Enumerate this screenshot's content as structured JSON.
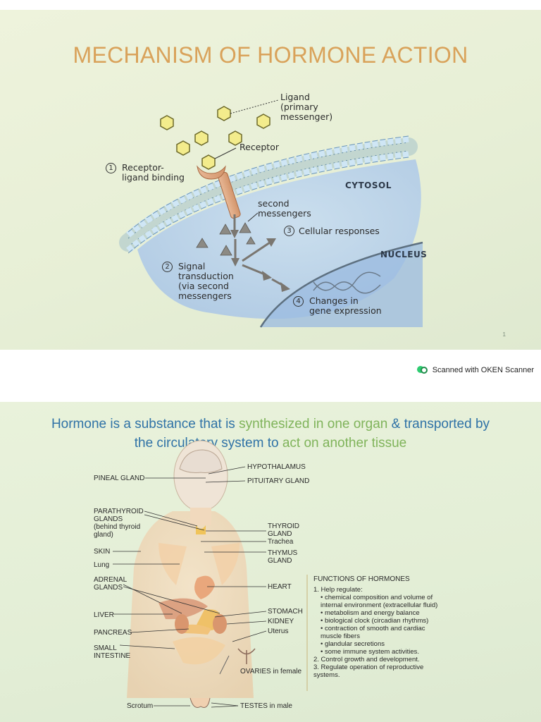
{
  "slide1": {
    "title": "MECHANISM OF HORMONE ACTION",
    "ligand": [
      "Ligand",
      "(primary",
      "messenger)"
    ],
    "receptor": "Receptor",
    "step1": [
      "Receptor-",
      "ligand binding"
    ],
    "step1_num": "1",
    "cytosol": "CYTOSOL",
    "second_messengers": [
      "second",
      "messengers"
    ],
    "step3": "Cellular responses",
    "step3_num": "3",
    "nucleus": "NUCLEUS",
    "step2": [
      "Signal",
      "transduction",
      "(via second",
      "messengers"
    ],
    "step2_num": "2",
    "step4": [
      "Changes in",
      "gene expression"
    ],
    "step4_num": "4",
    "page_number": "1"
  },
  "scanner": {
    "text": "Scanned with OKEN Scanner"
  },
  "slide2": {
    "title_parts": {
      "a": "Hormone is a substance that is ",
      "b": "synthesized in one organ",
      "c": " & transported by",
      "d": "the circulatory system  to ",
      "e": "act on another tissue"
    },
    "left_labels": {
      "pineal": "PINEAL GLAND",
      "parathyroid": [
        "PARATHYROID",
        "GLANDS",
        "(behind thyroid",
        "gland)"
      ],
      "skin": "SKIN",
      "lung": "Lung",
      "adrenal": [
        "ADRENAL",
        "GLANDS"
      ],
      "liver": "LIVER",
      "pancreas": "PANCREAS",
      "small_intestine": [
        "SMALL",
        "INTESTINE"
      ],
      "scrotum": "Scrotum"
    },
    "right_labels": {
      "hypothalamus": "HYPOTHALAMUS",
      "pituitary": "PITUITARY GLAND",
      "thyroid": [
        "THYROID",
        "GLAND"
      ],
      "trachea": "Trachea",
      "thymus": [
        "THYMUS",
        "GLAND"
      ],
      "heart": "HEART",
      "stomach": "STOMACH",
      "kidney": "KIDNEY",
      "uterus": "Uterus",
      "ovaries": "OVARIES in female",
      "testes": "TESTES in male"
    },
    "functions": {
      "title": "FUNCTIONS OF HORMONES",
      "lines": [
        "1. Help regulate:",
        "  • chemical composition and volume of",
        "     internal environment (extracellular fluid)",
        "  • metabolism and energy balance",
        "  • biological clock (circadian rhythms)",
        "  • contraction of smooth and cardiac",
        "     muscle fibers",
        "  • glandular secretions",
        "  • some immune system activities.",
        "2. Control growth and development.",
        "3. Regulate operation of reproductive",
        "     systems."
      ]
    }
  },
  "colors": {
    "title1": "#d9a25a",
    "title2_blue": "#2f72a6",
    "title2_green": "#7fb35a",
    "ligand_fill": "#f3ec8c",
    "membrane": "#a9cde6",
    "cytosol": "#b7d3ee"
  }
}
